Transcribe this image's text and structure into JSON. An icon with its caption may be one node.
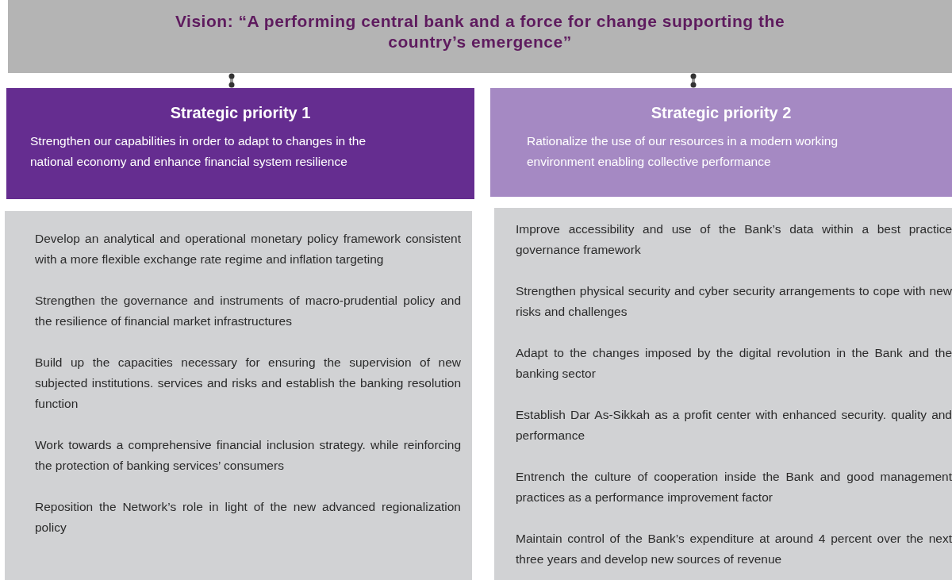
{
  "diagram": {
    "nodes": [
      {
        "text": [
          "Vision: “A performing central bank and a force for change supporting the country’s emergence”"
        ]
      },
      {
        "text": [
          "Strategic priority 1",
          "Strengthen our capabilities in order to adapt to changes in the national economy and enhance financial system resilience"
        ]
      },
      {
        "text": [
          "Strategic priority 2",
          "Rationalize the use of our resources in a modern working environment enabling collective performance"
        ]
      },
      {
        "text": [
          "Develop an analytical and operational monetary policy framework consistent with a more flexible exchange rate regime and inflation targeting",
          "Strengthen the governance and instruments of macro-prudential policy and the resilience of financial market infrastructures",
          "Build up the capacities necessary for ensuring the supervision of new subjected institutions. services and risks and establish the banking resolution function",
          "Work towards a comprehensive financial inclusion strategy. while reinforcing the protection of banking services’ consumers",
          "Reposition the Network’s role in light of the new advanced regionalization policy"
        ]
      },
      {
        "text": [
          "Improve accessibility and use of the Bank’s data within a best practice governance framework",
          "Strengthen physical security and cyber security arrangements to cope with new risks and challenges",
          "Adapt to the changes imposed by the digital revolution in the Bank and the banking sector",
          "Establish Dar As-Sikkah as a profit center with enhanced security. quality and performance",
          "Entrench the culture of cooperation inside the Bank and good management practices as a performance improvement factor",
          "Maintain control of the Bank’s expenditure at around 4 percent over the next three years and develop new sources of revenue"
        ]
      }
    ],
    "edges": [
      {
        "from": 0,
        "to": 1,
        "arrow": "other"
      },
      {
        "from": 0,
        "to": 2,
        "arrow": "other"
      }
    ]
  }
}
